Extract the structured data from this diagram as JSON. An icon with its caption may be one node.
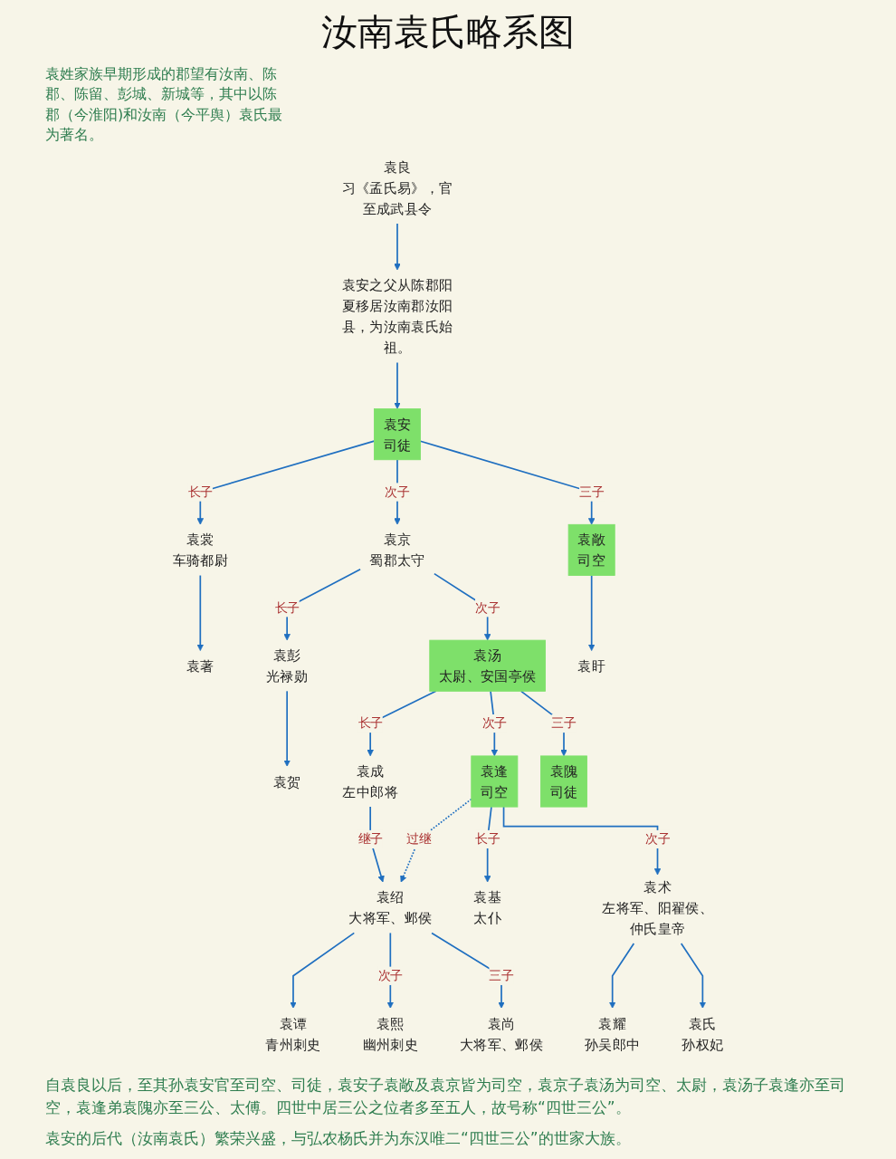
{
  "diagram": {
    "title": "汝南袁氏略系图",
    "nodes": [
      {
        "text": [
          "袁良",
          "习《孟氏易》，官至成武县令"
        ]
      },
      {
        "text": [
          "袁安之父从陈郡阳夏移居汝南郡汝阳县，为汝南袁氏始祖。"
        ]
      },
      {
        "text": [
          "袁安",
          "司徒"
        ]
      },
      {
        "text": [
          "袁裳",
          "车骑都尉"
        ]
      },
      {
        "text": [
          "袁京",
          "蜀郡太守"
        ]
      },
      {
        "text": [
          "袁敞",
          "司空"
        ]
      },
      {
        "text": [
          "袁著"
        ]
      },
      {
        "text": [
          "袁彭",
          "光禄勋"
        ]
      },
      {
        "text": [
          "袁汤",
          "太尉、安国亭侯"
        ]
      },
      {
        "text": [
          "袁盱"
        ]
      },
      {
        "text": [
          "袁贺"
        ]
      },
      {
        "text": [
          "袁成",
          "左中郎将"
        ]
      },
      {
        "text": [
          "袁逢",
          "司空"
        ]
      },
      {
        "text": [
          "袁隗",
          "司徒"
        ]
      },
      {
        "text": [
          "袁绍",
          "大将军、邺侯"
        ]
      },
      {
        "text": [
          "袁基",
          "太仆"
        ]
      },
      {
        "text": [
          "袁术",
          "左将军、阳翟侯、仲氏皇帝"
        ]
      },
      {
        "text": [
          "袁谭",
          "青州刺史"
        ]
      },
      {
        "text": [
          "袁熙",
          "幽州刺史"
        ]
      },
      {
        "text": [
          "袁尚",
          "大将军、邺侯"
        ]
      },
      {
        "text": [
          "袁耀",
          "孙吴郎中"
        ]
      },
      {
        "text": [
          "袁氏",
          "孙权妃"
        ]
      }
    ],
    "edges": [
      {
        "from": 0,
        "to": 1,
        "arrow": "to"
      },
      {
        "from": 1,
        "to": 2,
        "arrow": "to"
      },
      {
        "from": 2,
        "to": 3,
        "arrow": "to",
        "label": "长子"
      },
      {
        "from": 2,
        "to": 4,
        "arrow": "to",
        "label": "次子"
      },
      {
        "from": 2,
        "to": 5,
        "arrow": "to",
        "label": "三子"
      },
      {
        "from": 3,
        "to": 6,
        "arrow": "to"
      },
      {
        "from": 4,
        "to": 7,
        "arrow": "to",
        "label": "长子"
      },
      {
        "from": 4,
        "to": 8,
        "arrow": "to",
        "label": "次子"
      },
      {
        "from": 5,
        "to": 9,
        "arrow": "to"
      },
      {
        "from": 7,
        "to": 10,
        "arrow": "to"
      },
      {
        "from": 8,
        "to": 11,
        "arrow": "to",
        "label": "长子"
      },
      {
        "from": 8,
        "to": 12,
        "arrow": "to",
        "label": "次子"
      },
      {
        "from": 8,
        "to": 13,
        "arrow": "to",
        "label": "三子"
      },
      {
        "from": 11,
        "to": 14,
        "arrow": "to",
        "label": "继子"
      },
      {
        "from": 12,
        "to": 14,
        "arrow": "to",
        "label": "过继",
        "style": "dashed"
      },
      {
        "from": 12,
        "to": 15,
        "arrow": "to",
        "label": "长子"
      },
      {
        "from": 12,
        "to": 16,
        "arrow": "to",
        "label": "次子"
      },
      {
        "from": 14,
        "to": 17,
        "arrow": "to"
      },
      {
        "from": 14,
        "to": 18,
        "arrow": "to",
        "label": "次子"
      },
      {
        "from": 14,
        "to": 19,
        "arrow": "to",
        "label": "三子"
      },
      {
        "from": 16,
        "to": 20,
        "arrow": "to"
      },
      {
        "from": 16,
        "to": 21,
        "arrow": "to"
      }
    ],
    "labels": [
      "袁姓家族早期形成的郡望有汝南、陈郡、陈留、彭城、新城等，其中以陈郡（今淮阳)和汝南（今平舆）袁氏最为著名。",
      "自袁良以后，至其孙袁安官至司空、司徒，袁安子袁敞及袁京皆为司空，袁京子袁汤为司空、太尉，袁汤子袁逢亦至司空，袁逢弟袁隗亦至三公、太傅。四世中居三公之位者多至五人，故号称“四世三公”。",
      "袁安的后代（汝南袁氏）繁荣兴盛，与弘农杨氏并为东汉唯二“四世三公”的世家大族。"
    ]
  }
}
